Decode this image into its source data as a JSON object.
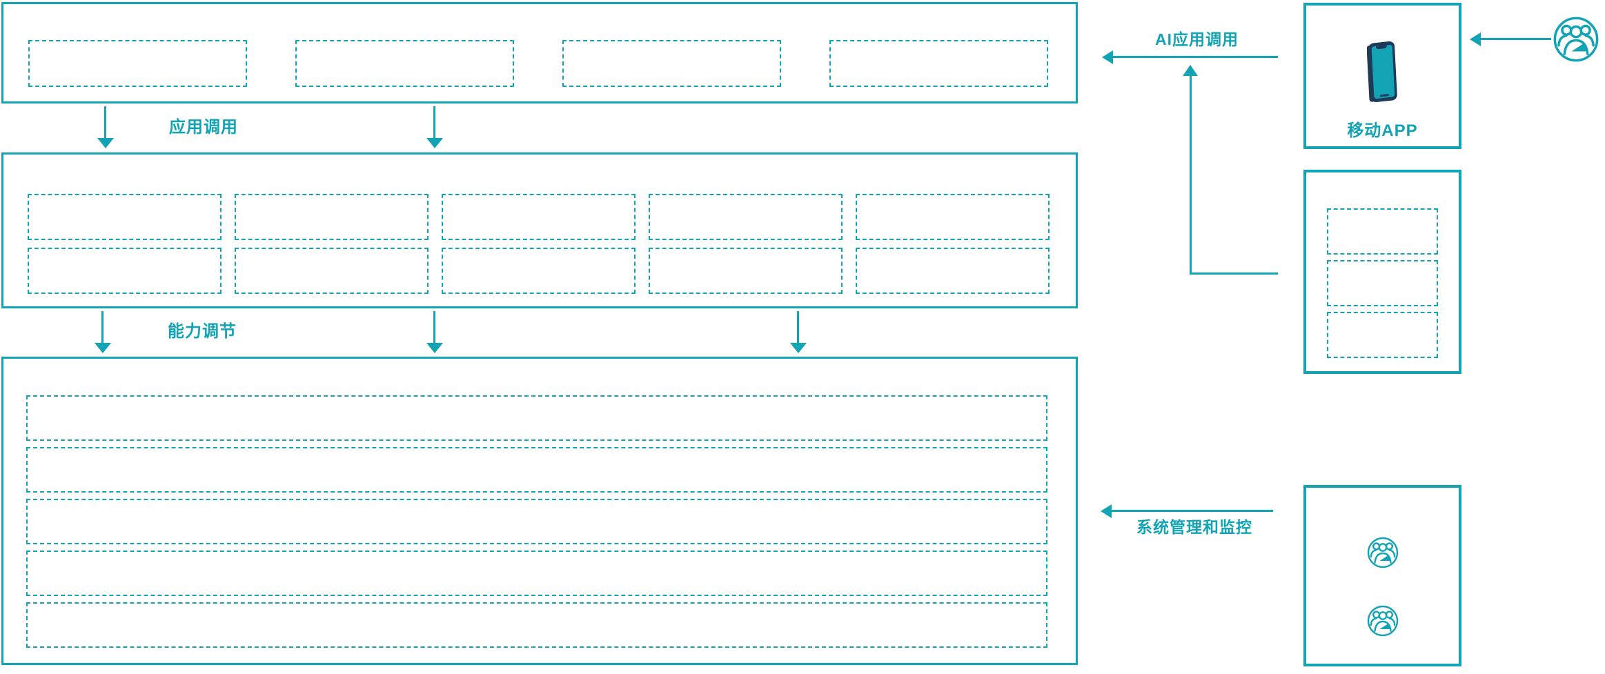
{
  "diagram": {
    "flow_labels": {
      "app_call": "应用调用",
      "capability_adjust": "能力调节",
      "ai_app_call": "AI应用调用",
      "system_monitor": "系统管理和监控"
    },
    "mobile_app": {
      "label": "移动APP"
    },
    "structure": {
      "top_layer_slots": 4,
      "middle_layer_rows": 2,
      "middle_layer_cols": 5,
      "bottom_layer_rows": 5,
      "gateway_panel_slots": 3,
      "admin_user_icons": 2
    },
    "icons": {
      "phone": "mobile-phone-icon",
      "users": "user-group-icon"
    },
    "colors": {
      "accent": "#12A3B4",
      "phone_frame": "#1F3A59",
      "background": "#FFFFFF"
    }
  }
}
